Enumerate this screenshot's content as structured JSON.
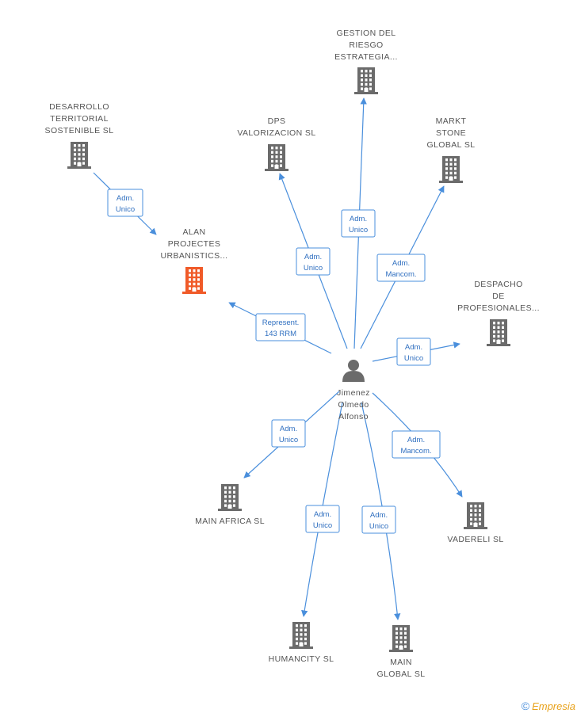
{
  "center": {
    "id": "person",
    "label": [
      "Jimenez",
      "Olmedo",
      "Alfonso"
    ]
  },
  "companies": [
    {
      "id": "gestion",
      "label": [
        "GESTION DEL",
        "RIESGO",
        "ESTRATEGIA..."
      ],
      "focus": false
    },
    {
      "id": "desarrollo",
      "label": [
        "DESARROLLO",
        "TERRITORIAL",
        "SOSTENIBLE SL"
      ],
      "focus": false
    },
    {
      "id": "dps",
      "label": [
        "DPS",
        "VALORIZACION SL"
      ],
      "focus": false
    },
    {
      "id": "markt",
      "label": [
        "MARKT",
        "STONE",
        "GLOBAL  SL"
      ],
      "focus": false
    },
    {
      "id": "alan",
      "label": [
        "ALAN",
        "PROJECTES",
        "URBANISTICS..."
      ],
      "focus": true
    },
    {
      "id": "despacho",
      "label": [
        "DESPACHO",
        "DE",
        "PROFESIONALES..."
      ],
      "focus": false
    },
    {
      "id": "mainafrica",
      "label": [
        "MAIN AFRICA SL"
      ],
      "focus": false
    },
    {
      "id": "vadereli",
      "label": [
        "VADERELI SL"
      ],
      "focus": false
    },
    {
      "id": "humancity",
      "label": [
        "HUMANCITY SL"
      ],
      "focus": false
    },
    {
      "id": "mainglobal",
      "label": [
        "MAIN",
        "GLOBAL  SL"
      ],
      "focus": false
    }
  ],
  "edges": [
    {
      "from": "desarrollo",
      "to": "alan",
      "label": [
        "Adm.",
        "Unico"
      ]
    },
    {
      "from": "person",
      "to": "alan",
      "label": [
        "Represent.",
        "143 RRM"
      ]
    },
    {
      "from": "person",
      "to": "dps",
      "label": [
        "Adm.",
        "Unico"
      ]
    },
    {
      "from": "person",
      "to": "gestion",
      "label": [
        "Adm.",
        "Unico"
      ]
    },
    {
      "from": "person",
      "to": "markt",
      "label": [
        "Adm.",
        "Mancom."
      ]
    },
    {
      "from": "person",
      "to": "despacho",
      "label": [
        "Adm.",
        "Unico"
      ]
    },
    {
      "from": "person",
      "to": "mainafrica",
      "label": [
        "Adm.",
        "Unico"
      ]
    },
    {
      "from": "person",
      "to": "vadereli",
      "label": [
        "Adm.",
        "Mancom."
      ]
    },
    {
      "from": "person",
      "to": "humancity",
      "label": [
        "Adm.",
        "Unico"
      ]
    },
    {
      "from": "person",
      "to": "mainglobal",
      "label": [
        "Adm.",
        "Unico"
      ]
    }
  ],
  "footer": {
    "copyright": "©",
    "brand": "Empresia"
  },
  "colors": {
    "edge": "#4a8fdc",
    "building": "#6b6b6b",
    "focus": "#f05a28",
    "label": "#555555"
  }
}
